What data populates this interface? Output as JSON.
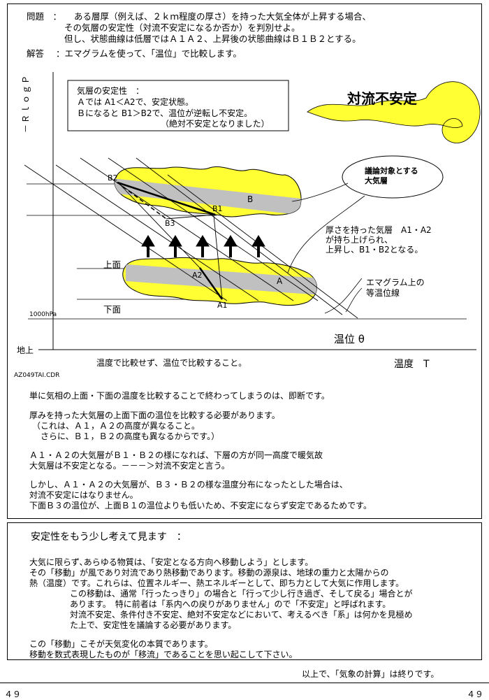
{
  "question": {
    "label": "問題　：",
    "line1": "ある層厚（例えば、２ｋｍ程度の厚さ）を持った大気全体が上昇する場合、",
    "line2": "その気層の安定性（対流不安定になるか否か）を判別せよ。",
    "line3": "但し、状態曲線は低層ではＡ１Ａ２、上昇後の状態曲線はＢ１Ｂ２とする。"
  },
  "answer": {
    "label": "解答",
    "text": "：エマグラムを使って、「温位」で比較します。"
  },
  "diagram": {
    "y_axis_label": "－ＲｌｏｇＰ",
    "stability_box": {
      "title": "気層の安定性　：",
      "line1": "Ａでは A1＜A2で、安定状態。",
      "line2": "Ｂになると B1＞B2で、温位が逆転し不安定。",
      "line3": "（絶対不安定となりました）"
    },
    "cloud_title": "対流不安定",
    "callout_target": "議論対象とする\n大気層",
    "lift_note": {
      "line1": "厚さを持った気層　A1・A2",
      "line2": "が持ち上げられ、",
      "line3": "上昇し、B1・B2となる。"
    },
    "isotherm_note": {
      "line1": "エマグラム上の",
      "line2": "等温位線"
    },
    "labels": {
      "b2": "B2",
      "b1": "B1",
      "b3": "B3",
      "b": "B",
      "a2": "A2",
      "a1": "A1",
      "a": "A",
      "upper": "上面",
      "lower": "下面",
      "hpa": "1000hPa",
      "ground": "地上",
      "theta": "温位 θ",
      "temp_axis": "温度　T",
      "compare_note": "温度で比較せず、温位で比較すること。",
      "file_code": "AZ049TAI.CDR"
    }
  },
  "body": {
    "p1": "単に気相の上面・下面の温度を比較することで終わってしまうのは、即断です。",
    "p2a": "厚みを持った大気層の上面下面の温位を比較する必要があります。",
    "p2b": "（これは、Ａ１，Ａ２の高度が異なること。",
    "p2c": "さらに、Ｂ１，Ｂ２の高度も異なるからです。）",
    "p3a": "Ａ１・Ａ２の大気層がＢ１・Ｂ２の様になれば、下層の方が同一高度で暖気故",
    "p3b": "大気層は不安定となる。－－－＞対流不安定と言う。",
    "p4a": "しかし、Ａ１・Ａ２の大気層が、Ｂ３・Ｂ２の様な温度分布になったとした場合は、",
    "p4b": "対流不安定にはなりません。",
    "p4c": "下面Ｂ３の温位が、上面Ｂ１の温位よりも低いため、不安定にならず安定であるためです。"
  },
  "stability2": {
    "title": "安定性をもう少し考えて見ます　：",
    "l1": "大気に限らず､あらゆる物質は、「安定となる方向へ移動しよう」とします。",
    "l2": "その「移動」が風であり対流であり熱移動であります。移動の源泉は、地球の重力と太陽からの",
    "l3": "熱（温度）です。これらは、位置ネルギー、熱エネルギーとして、即ち力として大気に作用します。",
    "l4": "この移動は、通常「行ったっきり」の場合と「行って少し行き過ぎ、そして戻る」場合とが",
    "l5": "あります。　特に前者は「系内への戻りがありません」ので「不安定」と呼ばれます。",
    "l6": "対流不安定、条件付き不安定、絶対不安定などにおいて、考えるべき「系」は何かを見極め",
    "l7": "た上で、安定性を議論する必要があります。",
    "l8": "この「移動」こそが天気変化の本質であります。",
    "l9": "移動を数式表現したものが「移流」であることを思い起こして下さい。"
  },
  "footer": {
    "end_note": "以上で、「気象の計算」は終りです。",
    "page_left": "４９",
    "page_right": "４９"
  },
  "colors": {
    "yellow": "#FFFF33",
    "gray": "#C0C0C0"
  }
}
